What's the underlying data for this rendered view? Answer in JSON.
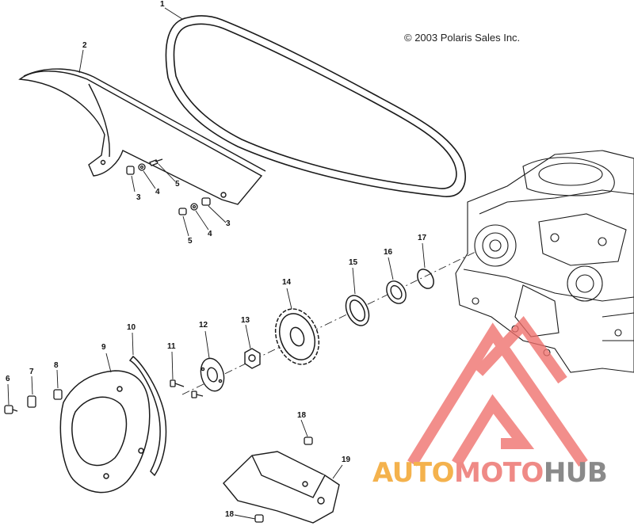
{
  "copyright": "© 2003 Polaris Sales Inc.",
  "labels": {
    "l1": "1",
    "l2": "2",
    "l3a": "3",
    "l4a": "4",
    "l5a": "5",
    "l3b": "3",
    "l4b": "4",
    "l5b": "5",
    "l6": "6",
    "l7": "7",
    "l8": "8",
    "l9": "9",
    "l10": "10",
    "l11": "11",
    "l12": "12",
    "l13": "13",
    "l14": "14",
    "l15": "15",
    "l16": "16",
    "l17": "17",
    "l18a": "18",
    "l18b": "18",
    "l19": "19"
  },
  "watermark": {
    "auto": "AUTO",
    "moto": "MOTO",
    "hub": "HUB"
  },
  "colors": {
    "line": "#1a1a1a",
    "watermark_red": "#ef6f6b",
    "watermark_orange": "#f4b24d",
    "watermark_gray": "#8a8a8a"
  }
}
